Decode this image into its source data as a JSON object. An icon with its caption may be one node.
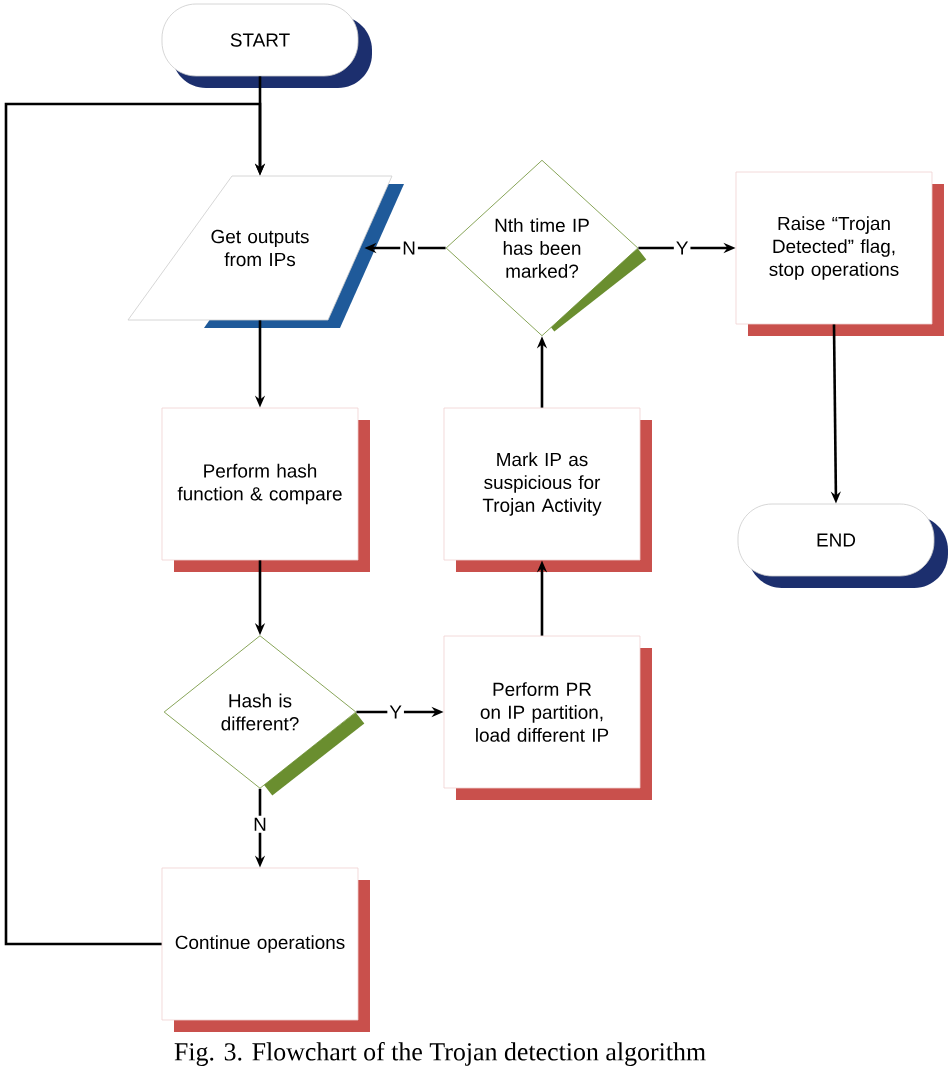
{
  "diagram": {
    "caption": "Fig. 3. Flowchart of the Trojan detection algorithm",
    "nodes": [
      {
        "text": [
          "START"
        ]
      },
      {
        "text": [
          "Get outputs from IPs"
        ]
      },
      {
        "text": [
          "Nth time IP has been marked?"
        ]
      },
      {
        "text": [
          "Raise “Trojan Detected” flag, stop operations"
        ]
      },
      {
        "text": [
          "Perform hash function & compare"
        ]
      },
      {
        "text": [
          "Mark IP as suspicious for Trojan Activity"
        ]
      },
      {
        "text": [
          "END"
        ]
      },
      {
        "text": [
          "Hash is different?"
        ]
      },
      {
        "text": [
          "Perform PR on IP partition, load different IP"
        ]
      },
      {
        "text": [
          "Continue operations"
        ]
      }
    ],
    "edges": [
      {
        "from": 0,
        "to": 1,
        "arrow": "to"
      },
      {
        "from": 1,
        "to": 4,
        "arrow": "to"
      },
      {
        "from": 4,
        "to": 7,
        "arrow": "to"
      },
      {
        "from": 7,
        "to": 8,
        "arrow": "to",
        "label": "Y"
      },
      {
        "from": 7,
        "to": 9,
        "arrow": "to",
        "label": "N"
      },
      {
        "from": 8,
        "to": 5,
        "arrow": "to"
      },
      {
        "from": 5,
        "to": 2,
        "arrow": "to"
      },
      {
        "from": 2,
        "to": 1,
        "arrow": "to",
        "label": "N"
      },
      {
        "from": 2,
        "to": 3,
        "arrow": "to",
        "label": "Y"
      },
      {
        "from": 3,
        "to": 6,
        "arrow": "to"
      },
      {
        "from": 9,
        "to": 1,
        "arrow": "to"
      }
    ]
  }
}
